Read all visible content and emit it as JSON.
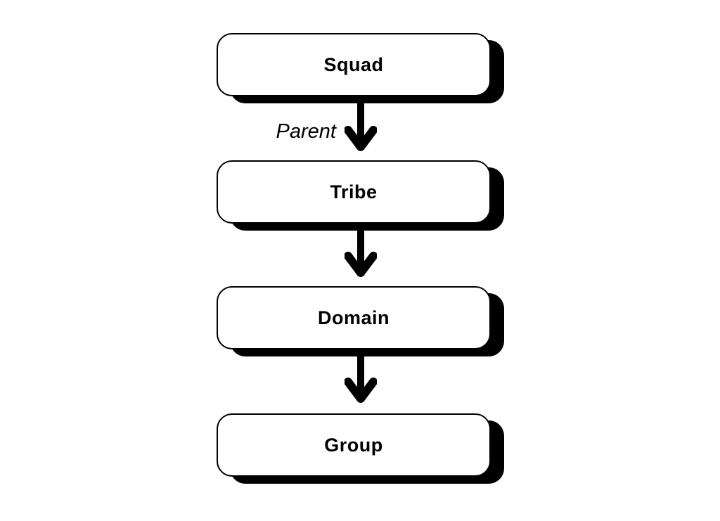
{
  "page": {
    "background": "#ffffff"
  },
  "diagram": {
    "type": "flowchart",
    "direction": "top-to-bottom",
    "nodes": [
      {
        "id": "squad",
        "label": "Squad"
      },
      {
        "id": "tribe",
        "label": "Tribe"
      },
      {
        "id": "domain",
        "label": "Domain"
      },
      {
        "id": "group",
        "label": "Group"
      }
    ],
    "edges": [
      {
        "from": "squad",
        "to": "tribe",
        "label": "Parent",
        "arrow": "down"
      },
      {
        "from": "tribe",
        "to": "domain",
        "label": "",
        "arrow": "down"
      },
      {
        "from": "domain",
        "to": "group",
        "label": "",
        "arrow": "down"
      }
    ],
    "style": {
      "node_fill": "#ffffff",
      "node_border_color": "#000000",
      "node_shadow_color": "#000000",
      "text_color": "#000000",
      "arrow_color": "#000000"
    }
  }
}
